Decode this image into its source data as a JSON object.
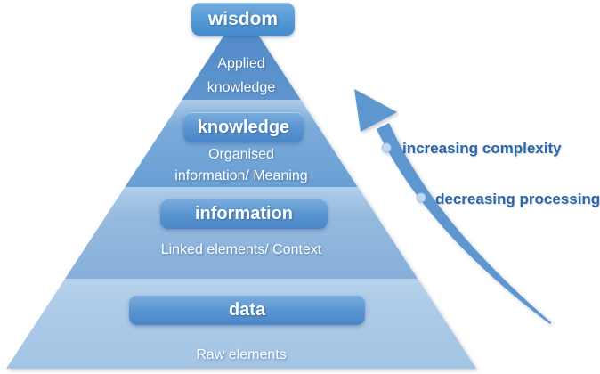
{
  "pyramid": {
    "tiers": [
      {
        "button": "wisdom",
        "caption_lines": [
          "Applied",
          "knowledge"
        ]
      },
      {
        "button": "knowledge",
        "caption_lines": [
          "Organised",
          "information/ Meaning"
        ]
      },
      {
        "button": "information",
        "caption_lines": [
          "Linked elements/ Context"
        ]
      },
      {
        "button": "data",
        "caption_lines": [
          "Raw elements"
        ]
      }
    ]
  },
  "annotations": {
    "increasing": "increasing complexity",
    "decreasing": "decreasing processing"
  },
  "icons": {
    "arrow": "curved-up-arrow",
    "markers": [
      "increasing-marker-dot",
      "decreasing-marker-dot"
    ]
  },
  "colors": {
    "pill_top": "#7cadde",
    "pill_bottom": "#4a86c8",
    "tier_apex_top": "#4c86c6",
    "tier_apex_bottom": "#6095ce",
    "tier_knowledge_top": "#adcce9",
    "tier_knowledge_bottom": "#699fd4",
    "tier_information_top": "#b2cfea",
    "tier_information_bottom": "#86afdb",
    "tier_data_top": "#b9d3ec",
    "tier_data_bottom": "#a3c4e4",
    "arrow": "#5e96d0",
    "marker_dot": "#c2d8ee",
    "annotation_text": "#2a66a8",
    "caption_text": "#ffffff"
  }
}
